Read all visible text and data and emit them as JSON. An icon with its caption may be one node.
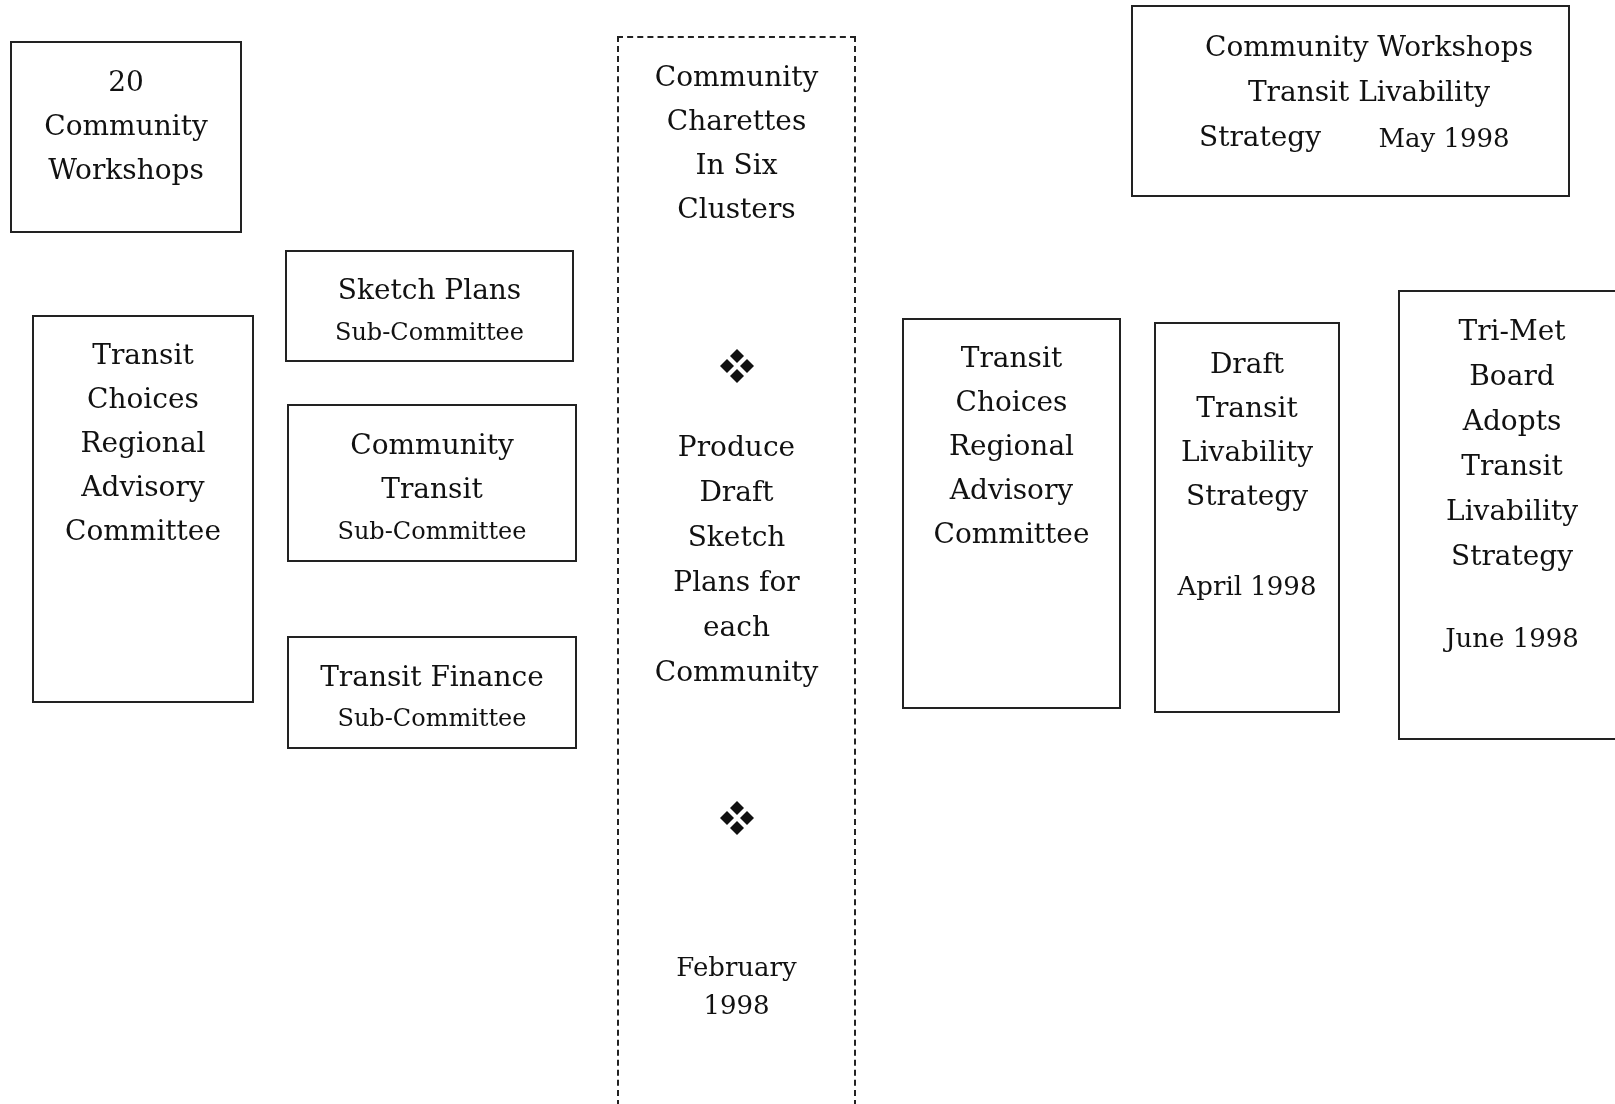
{
  "diagram": {
    "nodes": [
      {
        "text": [
          "20 Community Workshops"
        ]
      },
      {
        "text": [
          "Transit Choices Regional Advisory Committee"
        ]
      },
      {
        "text": [
          "Sketch Plans",
          "Sub-Committee"
        ]
      },
      {
        "text": [
          "Community Transit",
          "Sub-Committee"
        ]
      },
      {
        "text": [
          "Transit Finance",
          "Sub-Committee"
        ]
      },
      {
        "text": [
          "Community Charettes In Six Clusters",
          "Produce Draft Sketch Plans for each Community",
          "February 1998"
        ]
      },
      {
        "text": [
          "Community Workshops Transit Livability Strategy",
          "May 1998"
        ]
      },
      {
        "text": [
          "Transit Choices Regional Advisory Committee"
        ]
      },
      {
        "text": [
          "Draft Transit Livability Strategy",
          "April 1998"
        ]
      },
      {
        "text": [
          "Tri-Met Board Adopts Transit Livability Strategy",
          "June 1998"
        ]
      }
    ],
    "edges": []
  }
}
